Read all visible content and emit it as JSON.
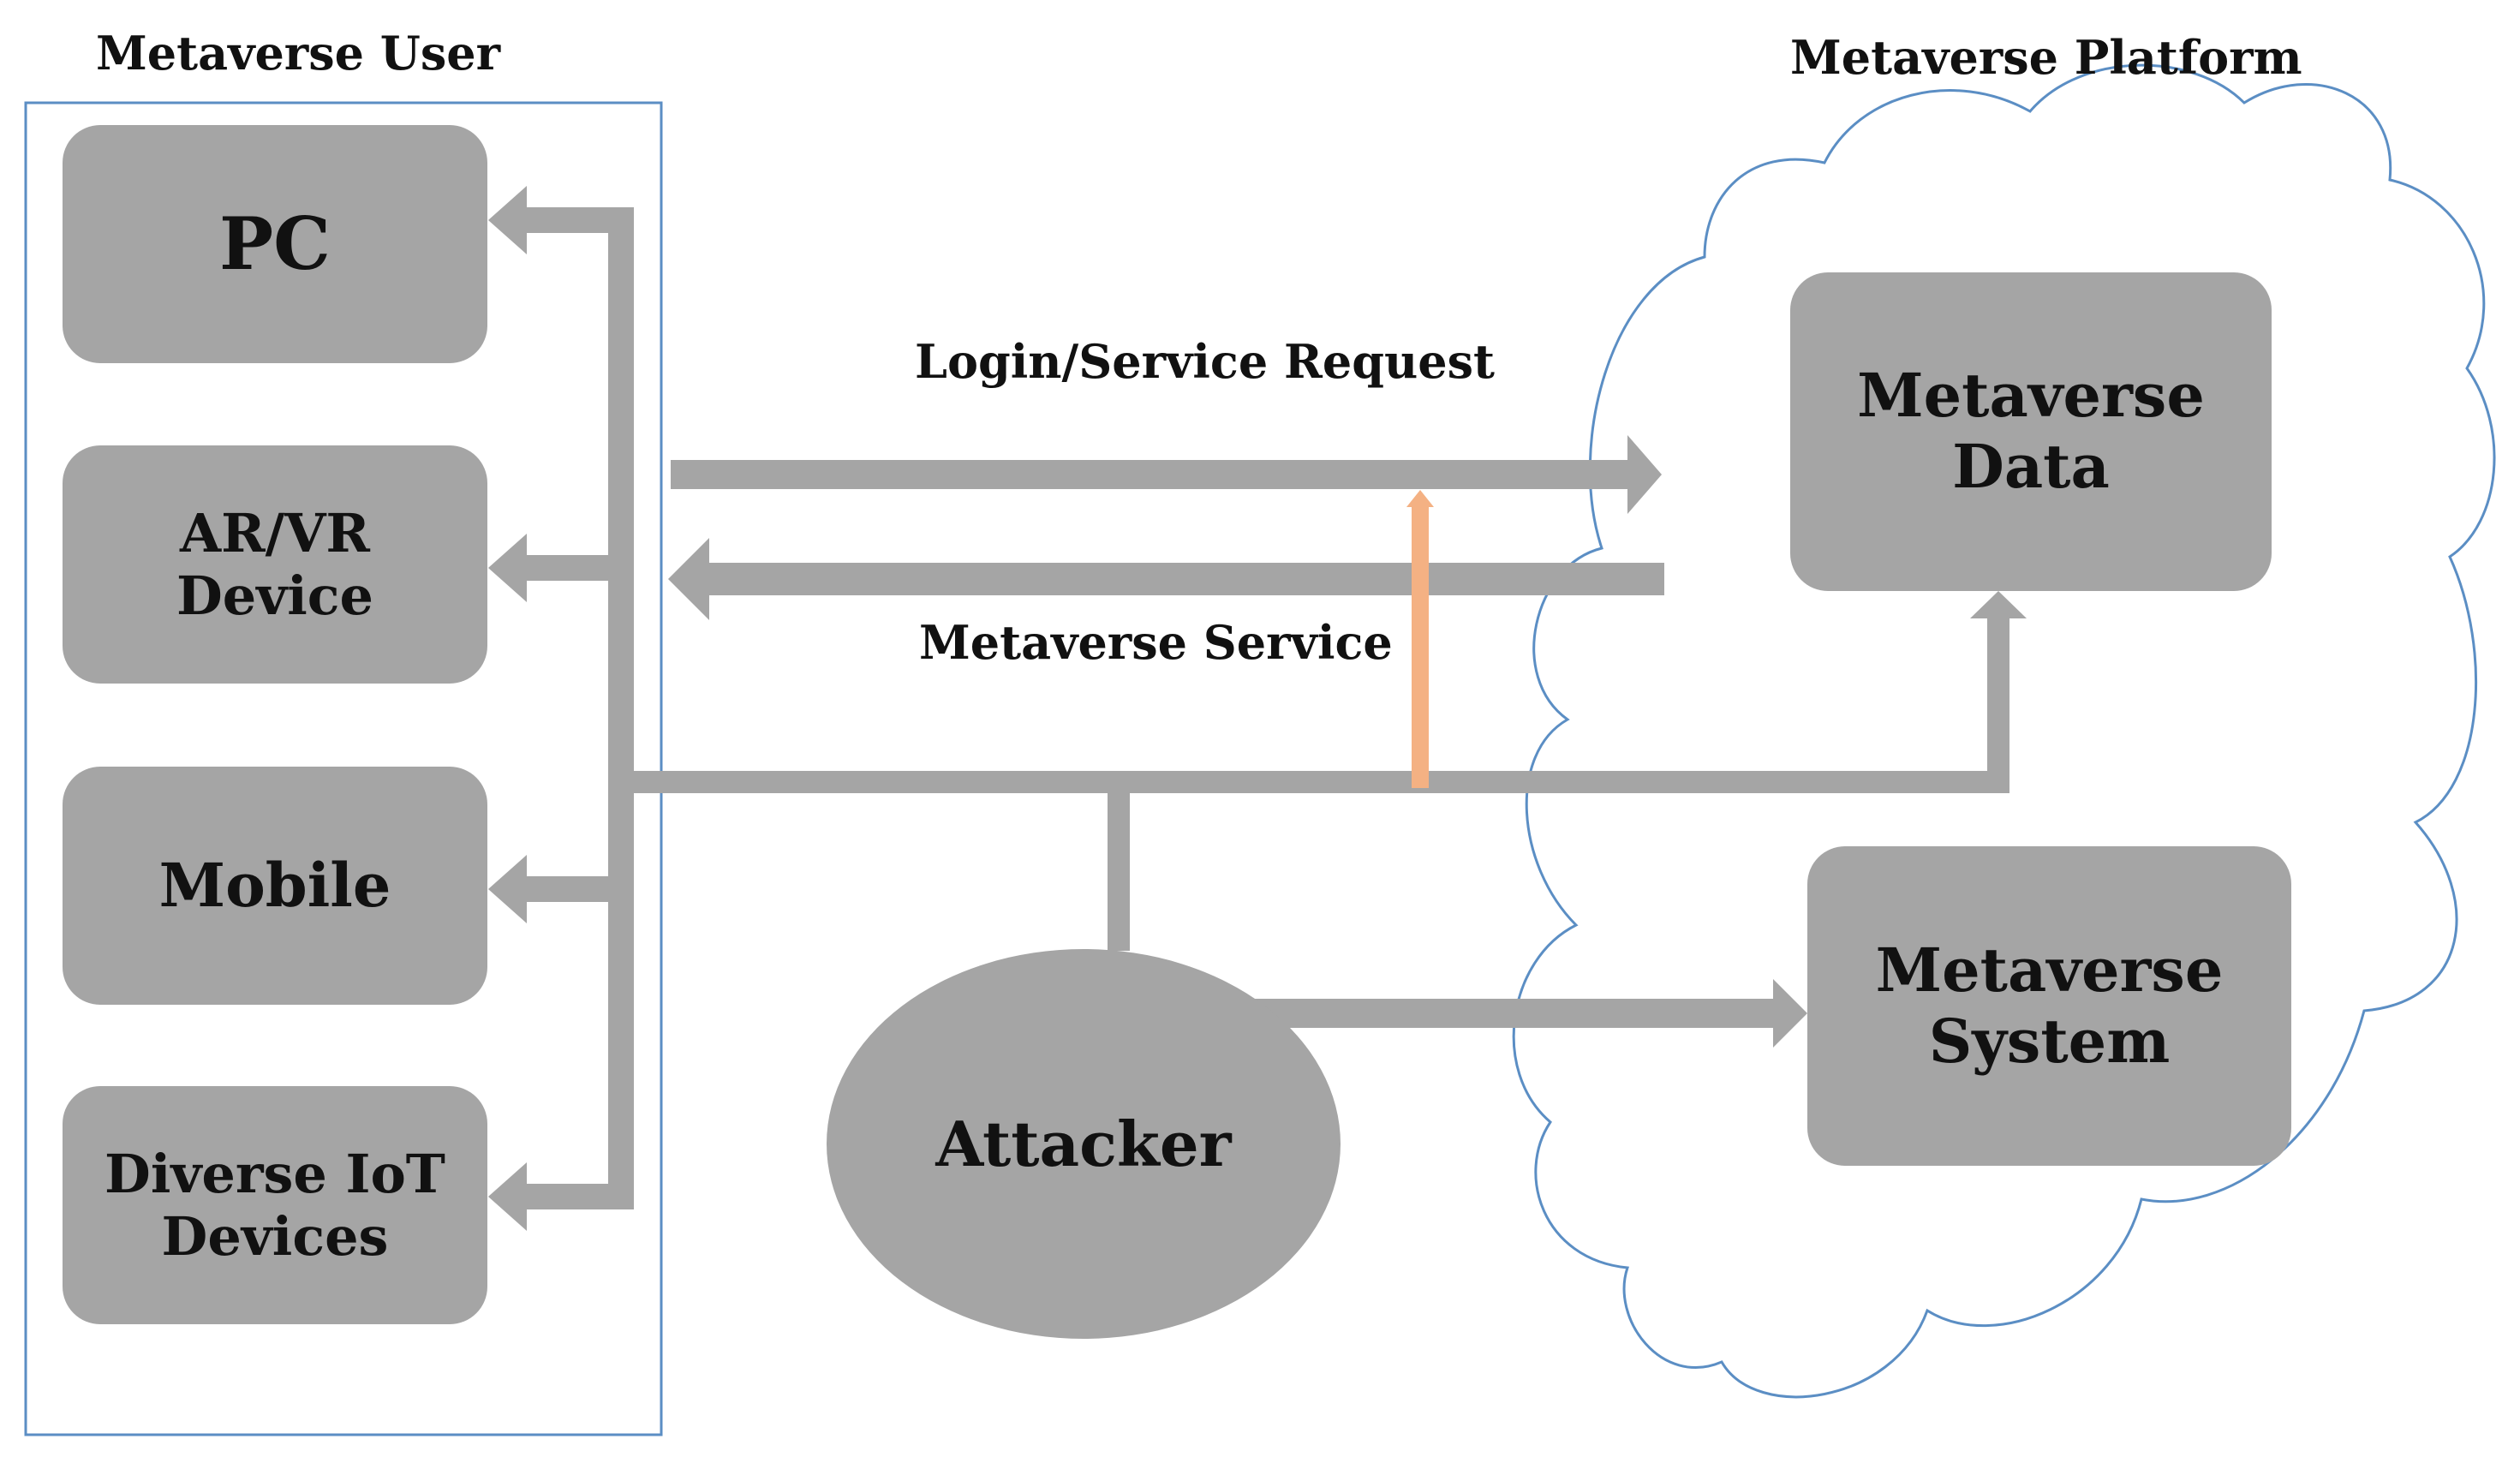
{
  "user_panel": {
    "title": "Metaverse User",
    "devices": [
      {
        "lines": [
          "PC"
        ]
      },
      {
        "lines": [
          "AR/VR",
          "Device"
        ]
      },
      {
        "lines": [
          "Mobile"
        ]
      },
      {
        "lines": [
          "Diverse IoT",
          "Devices"
        ]
      }
    ]
  },
  "platform": {
    "title": "Metaverse Platform",
    "data_box": {
      "lines": [
        "Metaverse",
        "Data"
      ]
    },
    "system_box": {
      "lines": [
        "Metaverse",
        "System"
      ]
    }
  },
  "flows": {
    "request_label": "Login/Service  Request",
    "service_label": "Metaverse Service"
  },
  "attacker": {
    "label": "Attacker"
  },
  "colors": {
    "box_fill": "#a5a5a5",
    "arrow": "#a5a5a5",
    "attack_arrow": "#f4b183",
    "outline": "#5b8ec4"
  }
}
